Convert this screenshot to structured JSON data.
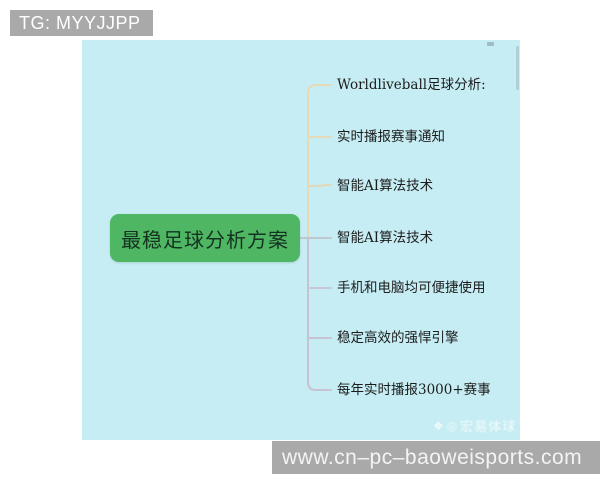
{
  "overlays": {
    "tg_label": "TG: MYYJJPP",
    "footer_url": "www.cn–pc–baoweisports.com"
  },
  "mindmap": {
    "root_label": "最稳足球分析方案",
    "branches": [
      {
        "label": "Worldliveball足球分析:"
      },
      {
        "label": "实时播报赛事通知"
      },
      {
        "label": "智能AI算法技术"
      },
      {
        "label": "智能AI算法技术"
      },
      {
        "label": "手机和电脑均可便捷使用"
      },
      {
        "label": "稳定高效的强悍引擎"
      },
      {
        "label": "每年实时播报3000+赛事"
      }
    ],
    "watermark": {
      "icons": [
        "paw-icon",
        "logo-icon"
      ],
      "text": "宏易体球"
    }
  },
  "colors": {
    "canvas_bg": "#c6edf3",
    "root_node_green": "#4fb663",
    "root_node_text": "#143220",
    "badge_gray": "#a9a9a9",
    "footer_gray": "#a9a9a9",
    "connector_beige": "#e6dab6",
    "connector_gray": "#c6c2d1",
    "branch_text": "#1c1c1c"
  }
}
